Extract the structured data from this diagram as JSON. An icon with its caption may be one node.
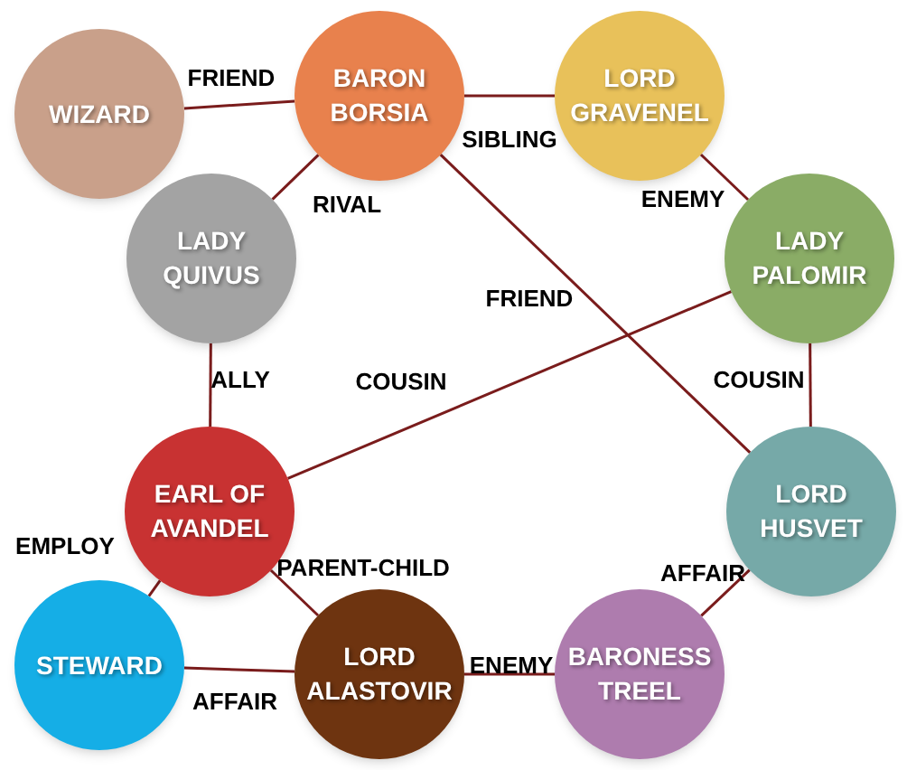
{
  "diagram": {
    "nodes": [
      {
        "text": [
          "WIZARD"
        ]
      },
      {
        "text": [
          "BARON BORSIA"
        ]
      },
      {
        "text": [
          "LORD GRAVENEL"
        ]
      },
      {
        "text": [
          "LADY QUIVUS"
        ]
      },
      {
        "text": [
          "LADY PALOMIR"
        ]
      },
      {
        "text": [
          "EARL OF AVANDEL"
        ]
      },
      {
        "text": [
          "LORD HUSVET"
        ]
      },
      {
        "text": [
          "STEWARD"
        ]
      },
      {
        "text": [
          "LORD ALASTOVIR"
        ]
      },
      {
        "text": [
          "BARONESS TREEL"
        ]
      }
    ],
    "edges": [
      {
        "from": 0,
        "to": 1,
        "arrow": "none",
        "label": "FRIEND"
      },
      {
        "from": 1,
        "to": 2,
        "arrow": "none",
        "label": "SIBLING"
      },
      {
        "from": 1,
        "to": 3,
        "arrow": "none",
        "label": "RIVAL"
      },
      {
        "from": 2,
        "to": 4,
        "arrow": "none",
        "label": "ENEMY"
      },
      {
        "from": 1,
        "to": 6,
        "arrow": "none",
        "label": "FRIEND"
      },
      {
        "from": 3,
        "to": 5,
        "arrow": "none",
        "label": "ALLY"
      },
      {
        "from": 4,
        "to": 5,
        "arrow": "none",
        "label": "COUSIN"
      },
      {
        "from": 4,
        "to": 6,
        "arrow": "none",
        "label": "COUSIN"
      },
      {
        "from": 5,
        "to": 7,
        "arrow": "none",
        "label": "EMPLOY"
      },
      {
        "from": 5,
        "to": 8,
        "arrow": "none",
        "label": "PARENT-CHILD"
      },
      {
        "from": 6,
        "to": 9,
        "arrow": "none",
        "label": "AFFAIR"
      },
      {
        "from": 7,
        "to": 8,
        "arrow": "none",
        "label": "AFFAIR"
      },
      {
        "from": 8,
        "to": 9,
        "arrow": "none",
        "label": "ENEMY"
      }
    ]
  }
}
